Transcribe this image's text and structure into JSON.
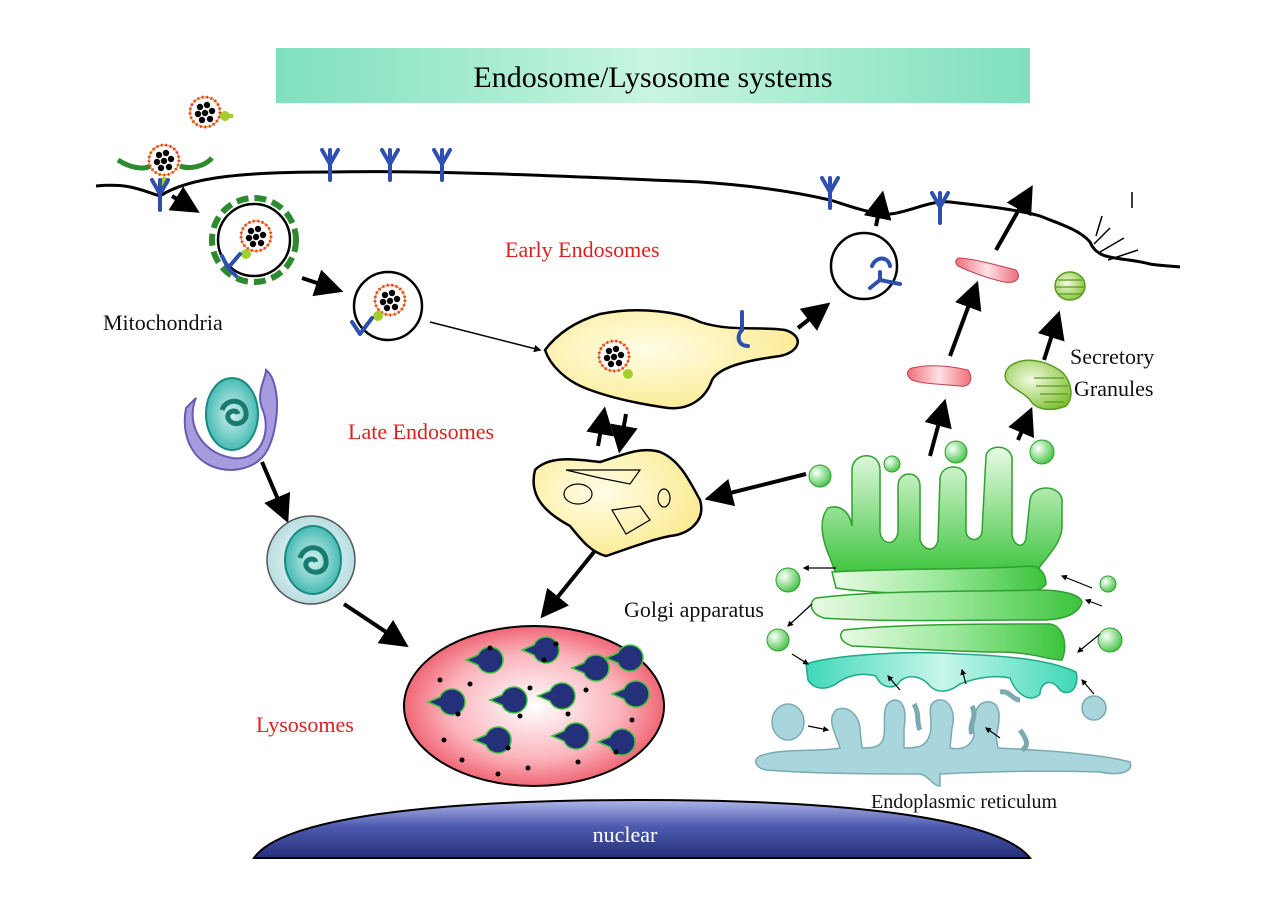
{
  "title": "Endosome/Lysosome systems",
  "labels": {
    "mitochondria": "Mitochondria",
    "early_endosomes": "Early Endosomes",
    "late_endosomes": "Late Endosomes",
    "lysosomes": "Lysosomes",
    "golgi": "Golgi apparatus",
    "secretory_1": "Secretory",
    "secretory_2": "Granules",
    "er": "Endoplasmic reticulum",
    "nuclear": "nuclear"
  },
  "colors": {
    "title_bar": "#8ee8c4",
    "red_labels": "#e02020",
    "receptor": "#2e4fb0",
    "clathrin": "#2e8a2e",
    "golgi_green": "#44cc44",
    "er_blue": "#a9d6dc",
    "lysosome_red": "#ee4a5a",
    "nucleus_blue": "#2a3680",
    "endosome_yellow": "#fff4b0"
  }
}
